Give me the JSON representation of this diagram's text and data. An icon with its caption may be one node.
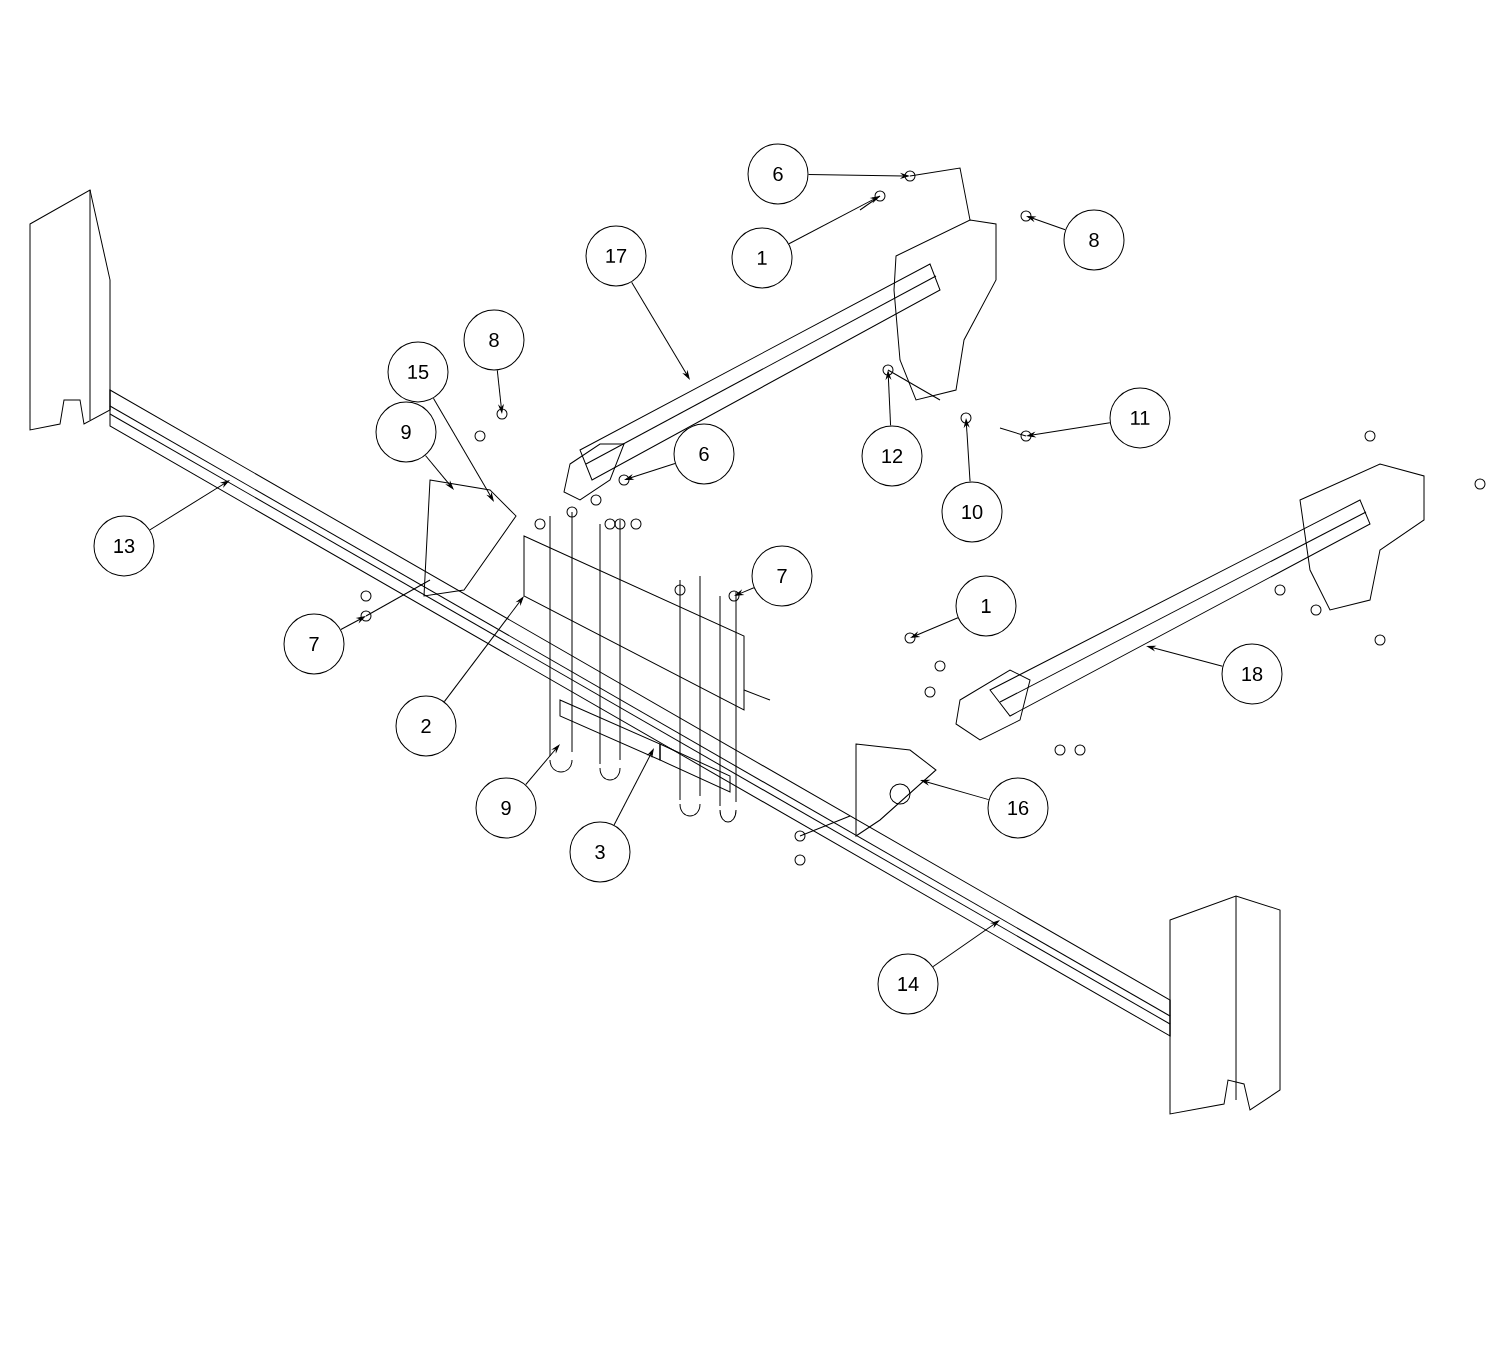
{
  "diagram": {
    "nodes": [
      {
        "text": [
          "6"
        ]
      },
      {
        "text": [
          "1"
        ]
      },
      {
        "text": [
          "8"
        ]
      },
      {
        "text": [
          "17"
        ]
      },
      {
        "text": [
          "8"
        ]
      },
      {
        "text": [
          "15"
        ]
      },
      {
        "text": [
          "9"
        ]
      },
      {
        "text": [
          "6"
        ]
      },
      {
        "text": [
          "12"
        ]
      },
      {
        "text": [
          "11"
        ]
      },
      {
        "text": [
          "10"
        ]
      },
      {
        "text": [
          "13"
        ]
      },
      {
        "text": [
          "7"
        ]
      },
      {
        "text": [
          "7"
        ]
      },
      {
        "text": [
          "1"
        ]
      },
      {
        "text": [
          "18"
        ]
      },
      {
        "text": [
          "2"
        ]
      },
      {
        "text": [
          "9"
        ]
      },
      {
        "text": [
          "16"
        ]
      },
      {
        "text": [
          "3"
        ]
      },
      {
        "text": [
          "14"
        ]
      }
    ],
    "edges": [
      {
        "from": 0,
        "to": null,
        "arrow": "to"
      },
      {
        "from": 1,
        "to": null,
        "arrow": "to"
      },
      {
        "from": 2,
        "to": null,
        "arrow": "to"
      },
      {
        "from": 3,
        "to": null,
        "arrow": "to"
      },
      {
        "from": 4,
        "to": null,
        "arrow": "to"
      },
      {
        "from": 5,
        "to": null,
        "arrow": "to"
      },
      {
        "from": 6,
        "to": null,
        "arrow": "to"
      },
      {
        "from": 7,
        "to": null,
        "arrow": "to"
      },
      {
        "from": 8,
        "to": null,
        "arrow": "to"
      },
      {
        "from": 9,
        "to": null,
        "arrow": "to"
      },
      {
        "from": 10,
        "to": null,
        "arrow": "to"
      },
      {
        "from": 11,
        "to": null,
        "arrow": "to"
      },
      {
        "from": 12,
        "to": null,
        "arrow": "to"
      },
      {
        "from": 13,
        "to": null,
        "arrow": "to"
      },
      {
        "from": 14,
        "to": null,
        "arrow": "to"
      },
      {
        "from": 15,
        "to": null,
        "arrow": "to"
      },
      {
        "from": 16,
        "to": null,
        "arrow": "to"
      },
      {
        "from": 17,
        "to": null,
        "arrow": "to"
      },
      {
        "from": 18,
        "to": null,
        "arrow": "to"
      },
      {
        "from": 19,
        "to": null,
        "arrow": "to"
      },
      {
        "from": 20,
        "to": null,
        "arrow": "to"
      }
    ]
  }
}
